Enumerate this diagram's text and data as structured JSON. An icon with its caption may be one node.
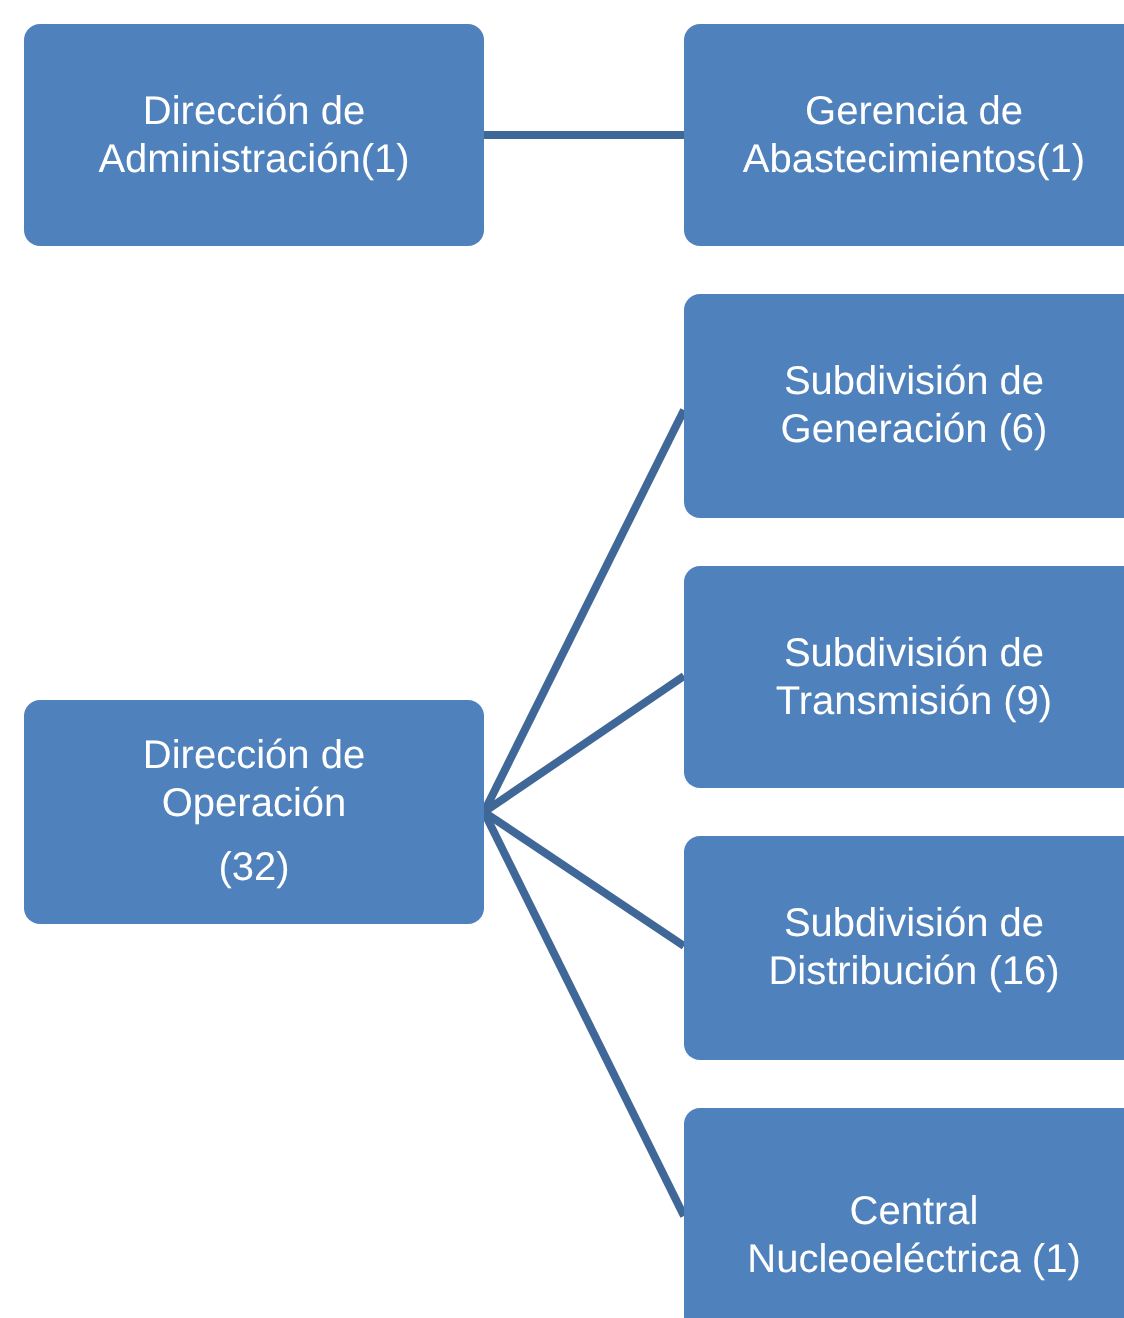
{
  "diagram": {
    "nodes": [
      {
        "text": [
          "Dirección de Administración(1)"
        ]
      },
      {
        "text": [
          "Gerencia de Abastecimientos(1)"
        ]
      },
      {
        "text": [
          "Dirección de Operación",
          "(32)"
        ]
      },
      {
        "text": [
          "Subdivisión de Generación (6)"
        ]
      },
      {
        "text": [
          "Subdivisión de Transmisión (9)"
        ]
      },
      {
        "text": [
          "Subdivisión de Distribución (16)"
        ]
      },
      {
        "text": [
          "Central Nucleoeléctrica (1)"
        ]
      }
    ],
    "edges": [
      {
        "from": 0,
        "to": 1,
        "arrow": "none"
      },
      {
        "from": 2,
        "to": 3,
        "arrow": "none"
      },
      {
        "from": 2,
        "to": 4,
        "arrow": "none"
      },
      {
        "from": 2,
        "to": 5,
        "arrow": "none"
      },
      {
        "from": 2,
        "to": 6,
        "arrow": "none"
      }
    ]
  }
}
